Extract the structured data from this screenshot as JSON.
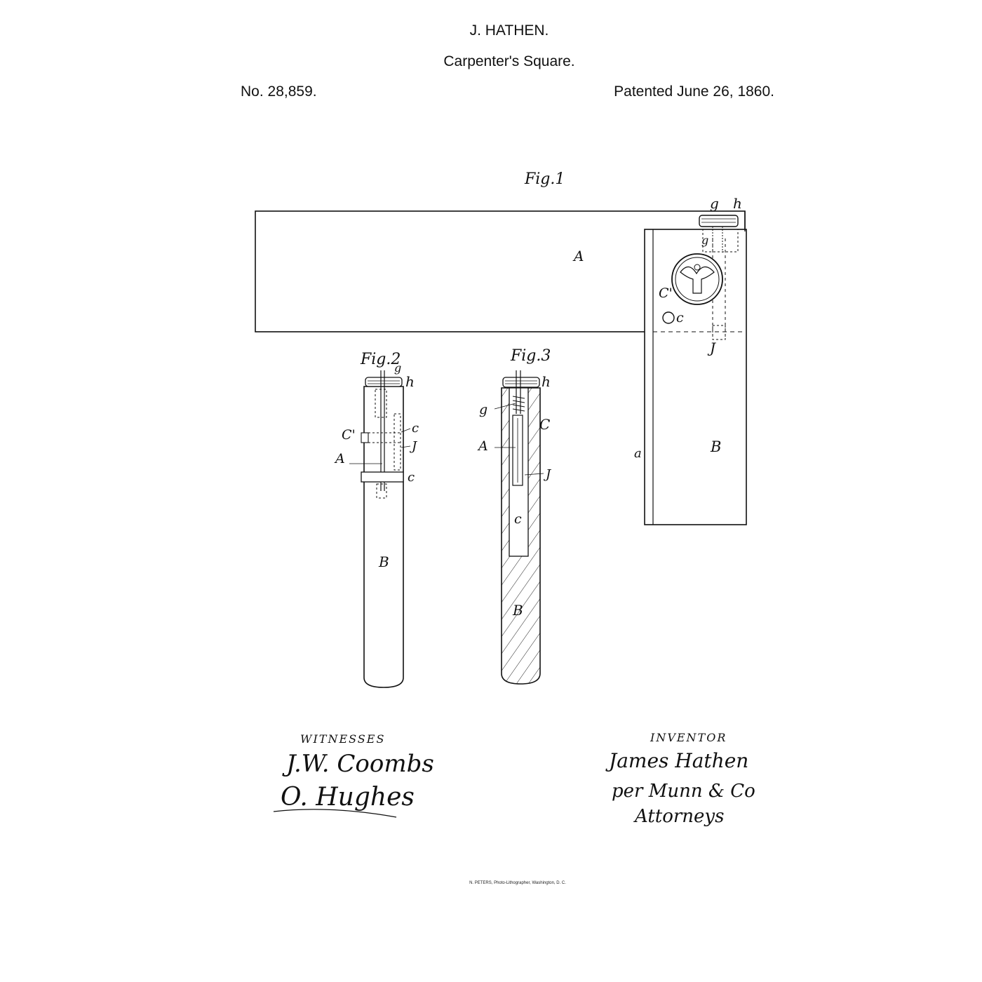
{
  "header": {
    "inventor": "J. HATHEN.",
    "title": "Carpenter's Square.",
    "patent_number": "No. 28,859.",
    "patent_date": "Patented June 26, 1860."
  },
  "figures": {
    "fig1": "Fig.1",
    "fig2": "Fig.2",
    "fig3": "Fig.3"
  },
  "labels": {
    "A": "A",
    "B": "B",
    "C": "C",
    "C_prime": "C'",
    "c": "c",
    "g": "g",
    "h": "h",
    "J": "J",
    "a": "a"
  },
  "signatures": {
    "witnesses_heading": "WITNESSES",
    "witness_1": "J.W. Coombs",
    "witness_2": "O. Hughes",
    "inventor_heading": "INVENTOR",
    "inventor_signature": "James Hathen",
    "per_line": "per Munn & Co",
    "attorneys": "Attorneys"
  },
  "footer": {
    "printer": "N. PETERS, Photo-Lithographer, Washington, D. C."
  }
}
